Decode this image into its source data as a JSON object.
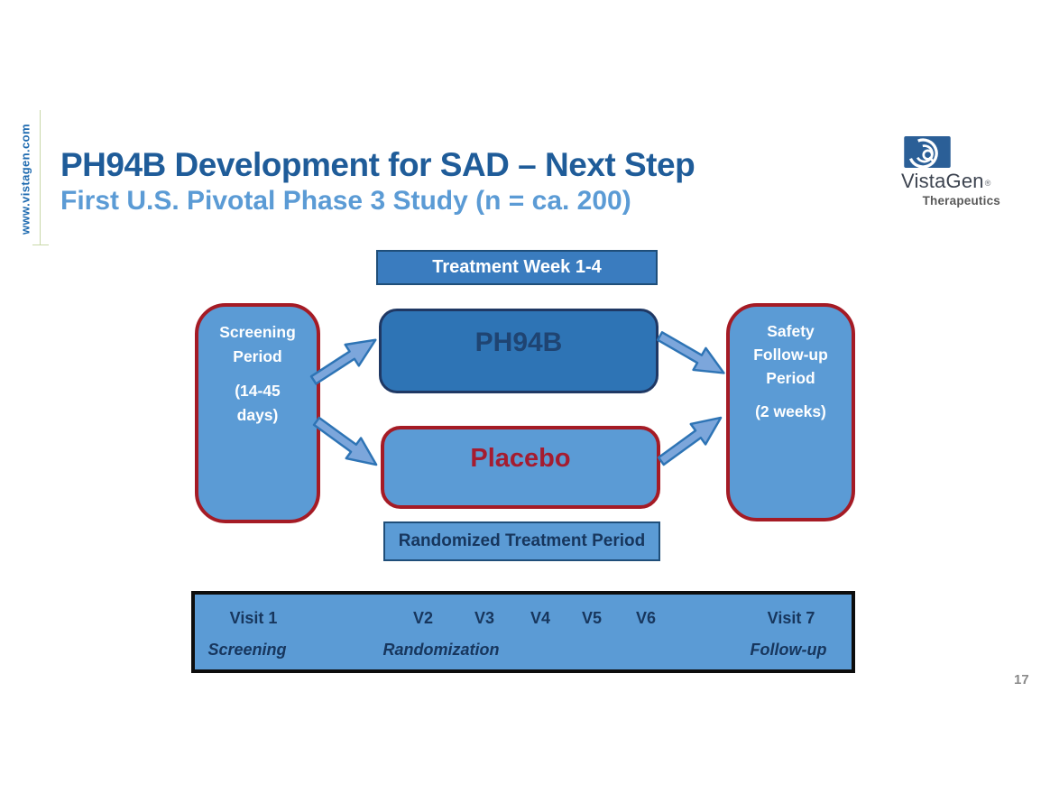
{
  "sidebar": {
    "url": "www.vistagen.com"
  },
  "header": {
    "title": "PH94B Development for SAD – Next Step",
    "subtitle": "First U.S. Pivotal Phase 3 Study (n = ca. 200)"
  },
  "logo": {
    "name": "VistaGen",
    "reg": "®",
    "tagline": "Therapeutics"
  },
  "diagram": {
    "treatment_week_label": "Treatment Week 1-4",
    "screening_box": {
      "lines": [
        "Screening",
        "Period",
        "(14-45",
        "days)"
      ]
    },
    "ph94b_label": "PH94B",
    "placebo_label": "Placebo",
    "safety_box": {
      "lines": [
        "Safety",
        "Follow-up",
        "Period",
        "(2 weeks)"
      ]
    },
    "randomized_label": "Randomized Treatment Period"
  },
  "visit_table": {
    "visits": [
      "Visit 1",
      "V2",
      "V3",
      "V4",
      "V5",
      "V6",
      "Visit 7"
    ],
    "phases": [
      "Screening",
      "Randomization",
      "Follow-up"
    ]
  },
  "page_number": "17",
  "colors": {
    "title_blue": "#1f5c99",
    "subtitle_blue": "#5b9bd5",
    "box_blue": "#5b9bd5",
    "ph94b_blue": "#2e74b5",
    "treatment_blue": "#3a7cbf",
    "navy_border": "#1f4e79",
    "navy_text": "#17365d",
    "red_border": "#a51b25",
    "placebo_red": "#a51c30",
    "arrow_fill": "#7ca6db",
    "arrow_stroke": "#2e74b5",
    "table_border": "#0d0d0d",
    "logo_blue": "#2b5f97",
    "page_gray": "#8a8a8a",
    "divider_sage": "#c9d8a8"
  }
}
